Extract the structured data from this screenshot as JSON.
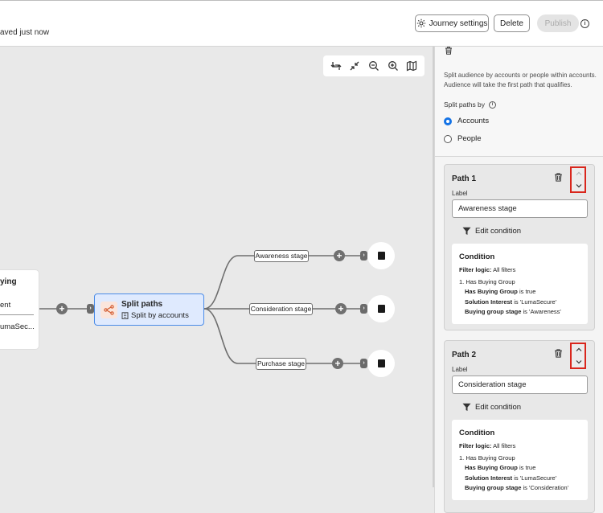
{
  "header": {
    "saved_status": "aved just now",
    "journey_settings_label": "Journey settings",
    "delete_label": "Delete",
    "publish_label": "Publish"
  },
  "canvas": {
    "toolbar_icons": [
      "reorient-icon",
      "fit-to-screen-icon",
      "zoom-out-icon",
      "zoom-in-icon",
      "map-icon"
    ],
    "previous_node": {
      "title": "ying",
      "line1": "ent",
      "line2": "umaSec..."
    },
    "split_node": {
      "title": "Split paths",
      "subtitle": "Split by accounts"
    },
    "paths": [
      {
        "label": "Awareness stage"
      },
      {
        "label": "Consideration stage"
      },
      {
        "label": "Purchase stage"
      }
    ]
  },
  "panel": {
    "description": "Split audience by accounts or people within accounts. Audience will take the first path that qualifies.",
    "split_paths_by_label": "Split paths by",
    "options": [
      {
        "label": "Accounts",
        "selected": true
      },
      {
        "label": "People",
        "selected": false
      }
    ],
    "path_cards": [
      {
        "title": "Path 1",
        "label_caption": "Label",
        "label_value": "Awareness stage",
        "edit_condition": "Edit condition",
        "condition_title": "Condition",
        "filter_logic_key": "Filter logic:",
        "filter_logic_value": "All filters",
        "group_line": "1. Has Buying Group",
        "line_a_key": "Has Buying Group",
        "line_a_value": "is true",
        "line_b_key": "Solution Interest",
        "line_b_value": "is 'LumaSecure'",
        "line_c_key": "Buying group stage",
        "line_c_value": "is 'Awareness'"
      },
      {
        "title": "Path 2",
        "label_caption": "Label",
        "label_value": "Consideration stage",
        "edit_condition": "Edit condition",
        "condition_title": "Condition",
        "filter_logic_key": "Filter logic:",
        "filter_logic_value": "All filters",
        "group_line": "1. Has Buying Group",
        "line_a_key": "Has Buying Group",
        "line_a_value": "is true",
        "line_b_key": "Solution Interest",
        "line_b_value": "is 'LumaSecure'",
        "line_c_key": "Buying group stage",
        "line_c_value": "is 'Consideration'"
      }
    ]
  },
  "colors": {
    "accent": "#1473e6",
    "highlight": "#d9261c",
    "split_node_bg": "#dfeafe",
    "split_node_border": "#4b8ce8"
  }
}
